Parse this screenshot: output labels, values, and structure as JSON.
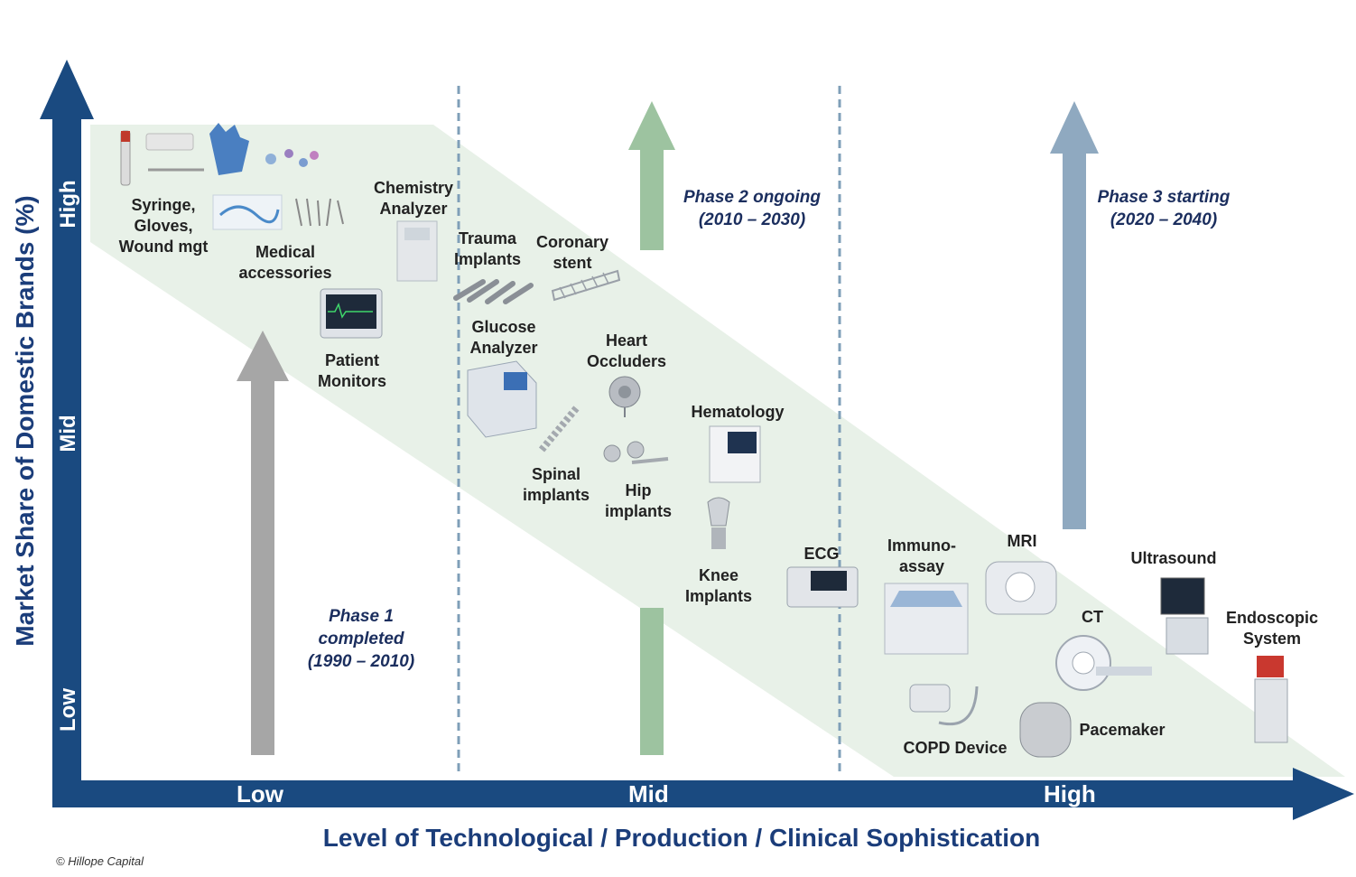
{
  "axes": {
    "x_title": "Level of Technological / Production / Clinical Sophistication",
    "y_title": "Market Share of Domestic Brands (%)",
    "x_ticks": [
      "Low",
      "Mid",
      "High"
    ],
    "y_ticks": [
      "High",
      "Mid",
      "Low"
    ],
    "axis_color": "#1a4a80"
  },
  "phases": [
    {
      "label": "Phase 1\ncompleted\n(1990 – 2010)",
      "arrow_color": "#a6a6a6"
    },
    {
      "label": "Phase 2 ongoing\n(2010 – 2030)",
      "arrow_color": "#9dc3a0"
    },
    {
      "label": "Phase 3 starting\n(2020 – 2040)",
      "arrow_color": "#8fa9c0"
    }
  ],
  "products": [
    "Syringe,\nGloves,\nWound mgt",
    "Medical\naccessories",
    "Chemistry\nAnalyzer",
    "Patient\nMonitors",
    "Trauma\nImplants",
    "Coronary\nstent",
    "Glucose\nAnalyzer",
    "Heart\nOccluders",
    "Spinal\nimplants",
    "Hip\nimplants",
    "Hematology",
    "Knee\nImplants",
    "ECG",
    "Immuno-\nassay",
    "MRI",
    "Ultrasound",
    "CT",
    "Endoscopic\nSystem",
    "COPD Device",
    "Pacemaker"
  ],
  "band_color": "#e8f1e8",
  "copyright": "© Hillope Capital"
}
